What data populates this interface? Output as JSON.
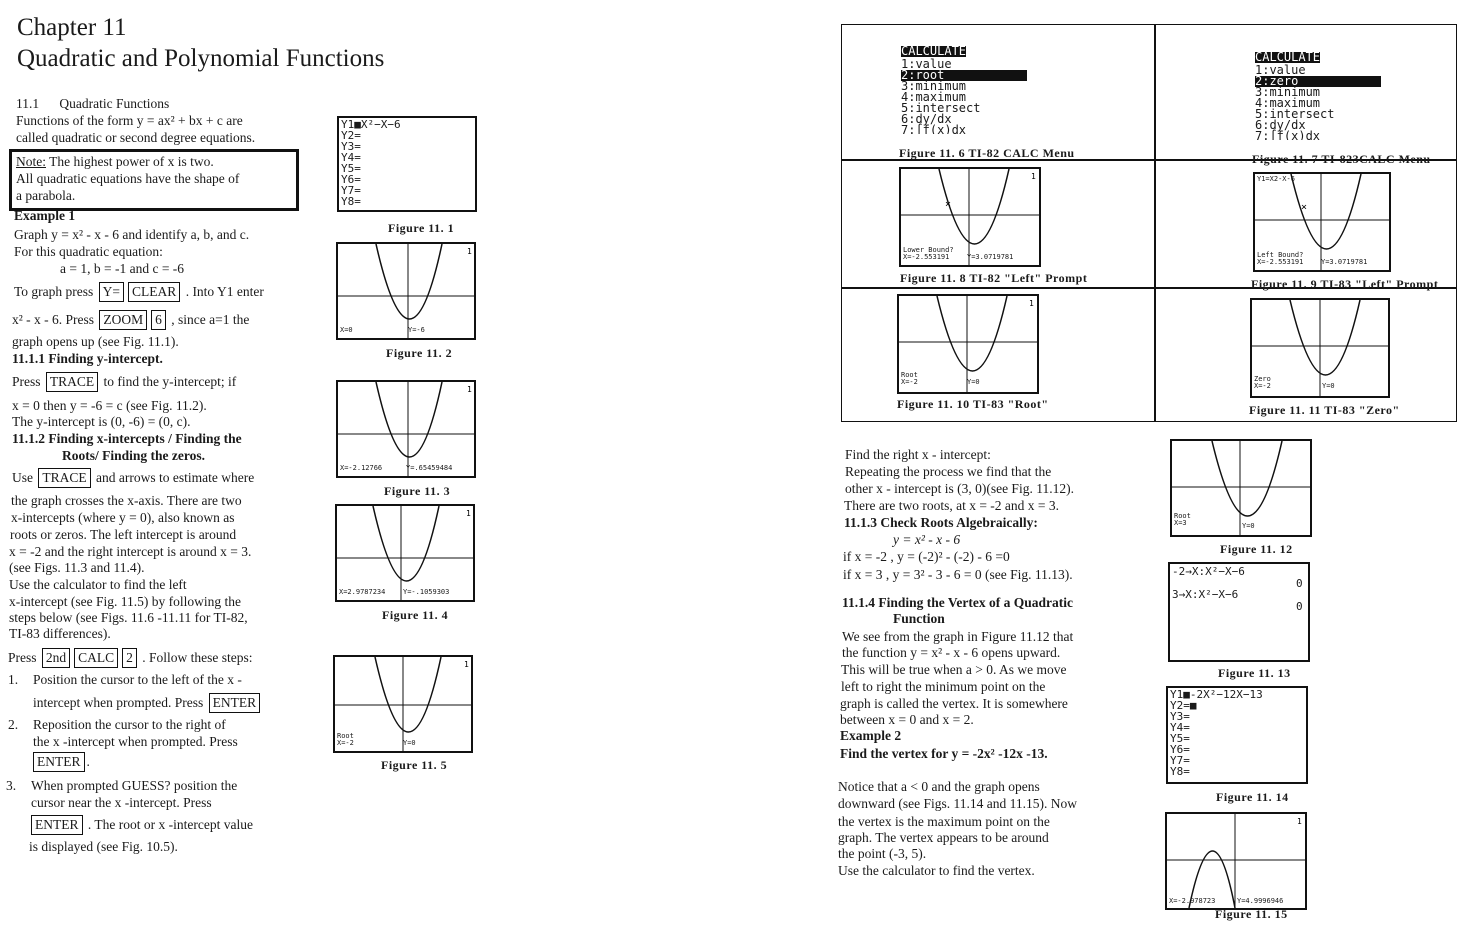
{
  "left": {
    "chapter": "Chapter 11",
    "title": "Quadratic and Polynomial Functions",
    "sec_num": "11.1",
    "sec_title": "Quadratic Functions",
    "p1a": "Functions of the form y = ax² + bx + c are",
    "p1b": "called quadratic or second degree equations.",
    "note_label": "Note:",
    "note1": "The highest power of x is two.",
    "note2": "All quadratic equations have the shape of",
    "note3": "a parabola.",
    "ex1": "Example 1",
    "ex1a": "Graph y = x² - x - 6 and identify a, b, and c.",
    "ex1b": "For this quadratic equation:",
    "ex1c": "a = 1, b = -1 and c = -6",
    "gp1": "To graph press",
    "key_y": "Y=",
    "key_clear": "CLEAR",
    "gp1b": ". Into Y1 enter",
    "gp2a": "x² - x - 6. Press",
    "key_zoom": "ZOOM",
    "key_6": "6",
    "gp2b": ", since a=1 the",
    "gp3": "graph opens up (see Fig. 11.1).",
    "s111": "11.1.1   Finding y-intercept.",
    "tr1": "Press",
    "key_trace": "TRACE",
    "tr1b": "to find the y-intercept; if",
    "tr2": "x = 0  then  y = -6 = c (see Fig. 11.2).",
    "tr3": "The y-intercept is (0, -6) = (0, c).",
    "s112a": "11.1.2   Finding x-intercepts / Finding the",
    "s112b": "Roots/ Finding the zeros.",
    "u1": "Use",
    "u1b": "and arrows to estimate where",
    "u2": "the graph crosses the x-axis.  There are two",
    "u3": "x-intercepts  (where y = 0), also known as",
    "u4": "roots  or zeros.  The left intercept is around",
    "u5": "x = -2 and the right intercept is around x = 3.",
    "u6": "(see Figs. 11.3 and 11.4).",
    "u7": "Use the calculator to find the left",
    "u8": "x-intercept (see Fig. 11.5) by following the",
    "u9": "steps below (see Figs. 11.6 -11.11 for TI-82,",
    "u10": "TI-83 differences).",
    "pr": "Press",
    "key_2nd": "2nd",
    "key_calc": "CALC",
    "key_2": "2",
    "prb": ". Follow these steps:",
    "st1n": "1.",
    "st1a": "Position the cursor to the left of the x -",
    "st1b": "intercept when prompted. Press",
    "key_enter": "ENTER",
    "st2n": "2.",
    "st2a": "Reposition the cursor to the right of",
    "st2b": "the x -intercept when prompted. Press",
    "st3n": "3.",
    "st3a": "When prompted GUESS? position the",
    "st3b": "cursor near the x -intercept. Press",
    "st3c": ". The root or x -intercept value",
    "st3d": "is displayed (see Fig. 10.5)."
  },
  "figs_left": {
    "f1": "Figure 11. 1",
    "f1_lines": [
      "Y1■X²−X−6",
      "Y2=",
      "Y3=",
      "Y4=",
      "Y5=",
      "Y6=",
      "Y7=",
      "Y8="
    ],
    "f2": "Figure 11. 2",
    "f2_x": "X=0",
    "f2_y": "Y=-6",
    "f3": "Figure 11. 3",
    "f3_x": "X=-2.12766",
    "f3_y": "Y=.65459484",
    "f4": "Figure 11. 4",
    "f4_x": "X=2.9787234",
    "f4_y": "Y=-.1059303",
    "f5": "Figure 11. 5",
    "f5_a": "Root",
    "f5_x": "X=-2",
    "f5_y": "Y=0"
  },
  "grid": {
    "menu82_title": "CALCULATE",
    "menu82": [
      "1:value",
      "2:root",
      "3:minimum",
      "4:maximum",
      "5:intersect",
      "6:dy/dx",
      "7:∫f(x)dx"
    ],
    "menu83_title": "CALCULATE",
    "menu83": [
      "1:value",
      "2:zero",
      "3:minimum",
      "4:maximum",
      "5:intersect",
      "6:dy/dx",
      "7:∫f(x)dx"
    ],
    "f6": "Figure 11. 6  TI-82 CALC Menu",
    "f7": "Figure 11. 7  TI-823CALC Menu",
    "f8": "Figure 11. 8  TI-82 \"Left\" Prompt",
    "f8_a": "Lower Bound?",
    "f8_x": "X=-2.553191",
    "f8_y": "Y=3.0719781",
    "f9": "Figure 11. 9  TI-83 \"Left\" Prompt",
    "f9_top": "Y1=X2-X-6",
    "f9_a": "Left Bound?",
    "f9_x": "X=-2.553191",
    "f9_y": "Y=3.0719781",
    "f10": "Figure 11. 10  TI-83 \"Root\"",
    "f10_a": "Root",
    "f10_x": "X=-2",
    "f10_y": "Y=0",
    "f11": "Figure 11. 11  TI-83 \"Zero\"",
    "f11_a": "Zero",
    "f11_x": "X=-2",
    "f11_y": "Y=0"
  },
  "right": {
    "r1": "Find the right  x - intercept:",
    "r2": "Repeating the process we find that the",
    "r3": "other x - intercept is  (3, 0)(see Fig. 11.12).",
    "r4": "There are two  roots, at x = -2 and x  = 3.",
    "s113": "11.1.3   Check  Roots Algebraically:",
    "r5": "y = x² - x - 6",
    "r6": "if x = -2 ,   y = (-2)² - (-2)  - 6 =0",
    "r7": "if x = 3 ,    y = 3² - 3 - 6 = 0 (see Fig. 11.13).",
    "s114a": "11.1.4   Finding the Vertex of a Quadratic",
    "s114b": "Function",
    "v1": "We see from the graph in Figure 11.12 that",
    "v2": "the function  y = x² - x - 6 opens upward.",
    "v3": "This will be true when a > 0.  As we move",
    "v4": "left to right the minimum  point on the",
    "v5": "graph is called the vertex.  It is somewhere",
    "v6": "between x = 0 and x = 2.",
    "ex2": "Example 2",
    "ex2a": "Find the vertex for  y = -2x² -12x -13.",
    "n1": "Notice  that a < 0  and the graph opens",
    "n2": "downward (see Figs. 11.14 and 11.15).  Now",
    "n3": "the vertex is the maximum point on the",
    "n4": "graph.  The vertex  appears to be around",
    "n5": "the point   (-3, 5).",
    "n6": "Use the calculator to find the vertex."
  },
  "figs_right": {
    "f12": "Figure 11. 12",
    "f12_a": "Root",
    "f12_x": "X=3",
    "f12_y": "Y=0",
    "f13": "Figure 11. 13",
    "f13_l1": "-2→X:X²−X−6",
    "f13_v1": "0",
    "f13_l2": "3→X:X²−X−6",
    "f13_v2": "0",
    "f14": "Figure 11. 14",
    "f14_lines": [
      "Y1■-2X²−12X−13",
      "Y2=■",
      "Y3=",
      "Y4=",
      "Y5=",
      "Y6=",
      "Y7=",
      "Y8="
    ],
    "f15": "Figure 11. 15",
    "f15_x": "X=-2.978723",
    "f15_y": "Y=4.9996946"
  }
}
